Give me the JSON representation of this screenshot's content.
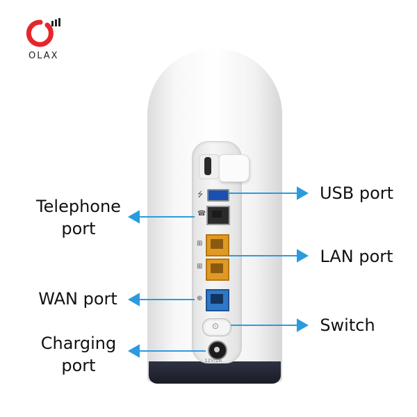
{
  "brand": {
    "name": "OLAX"
  },
  "device": {
    "dc_rating": "12V/2A"
  },
  "callouts": {
    "telephone_port": [
      "Telephone",
      "port"
    ],
    "wan_port": "WAN  port",
    "charging_port": [
      "Charging",
      "port"
    ],
    "usb_port": "USB port",
    "lan_port": "LAN  port",
    "switch": "Switch"
  },
  "colors": {
    "arrow": "#2b9bdf",
    "logo_red": "#e5262b",
    "lan_port": "#e09a24",
    "wan_port": "#2f78c8",
    "usb_port": "#1b4fb0",
    "base": "#23263a"
  }
}
